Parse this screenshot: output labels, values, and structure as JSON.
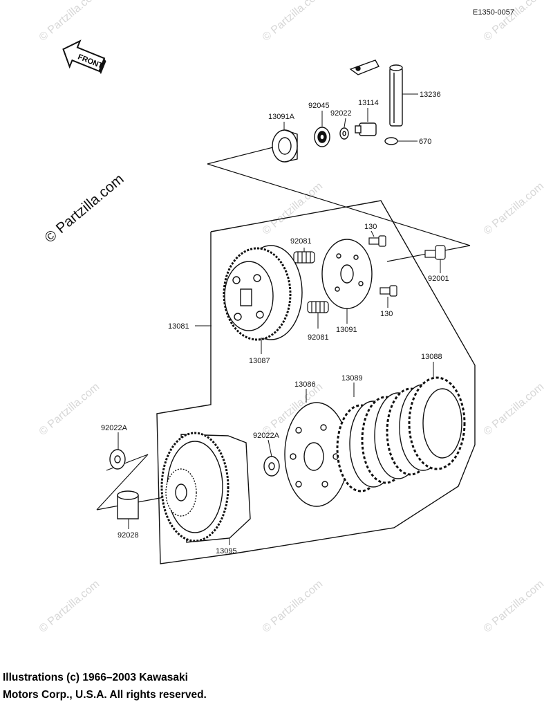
{
  "diagram_code": "E1350-0057",
  "front_label": "FRONT",
  "watermark_main": "© Partzilla.com",
  "watermark_tile": "© Partzilla.com",
  "copyright": {
    "line1": "Illustrations (c) 1966–2003 Kawasaki",
    "line2": "Motors Corp., U.S.A.  All rights reserved."
  },
  "parts": {
    "p13236": "13236",
    "p670": "670",
    "p13114": "13114",
    "p92022": "92022",
    "p92045": "92045",
    "p13091A": "13091A",
    "p92081_top": "92081",
    "p130_top": "130",
    "p92001": "92001",
    "p13081": "13081",
    "p92081_bottom": "92081",
    "p13091": "13091",
    "p130_bottom": "130",
    "p13087": "13087",
    "p13088": "13088",
    "p13086": "13086",
    "p13089": "13089",
    "p92022A_left": "92022A",
    "p92022A_mid": "92022A",
    "p92028": "92028",
    "p13095": "13095"
  }
}
